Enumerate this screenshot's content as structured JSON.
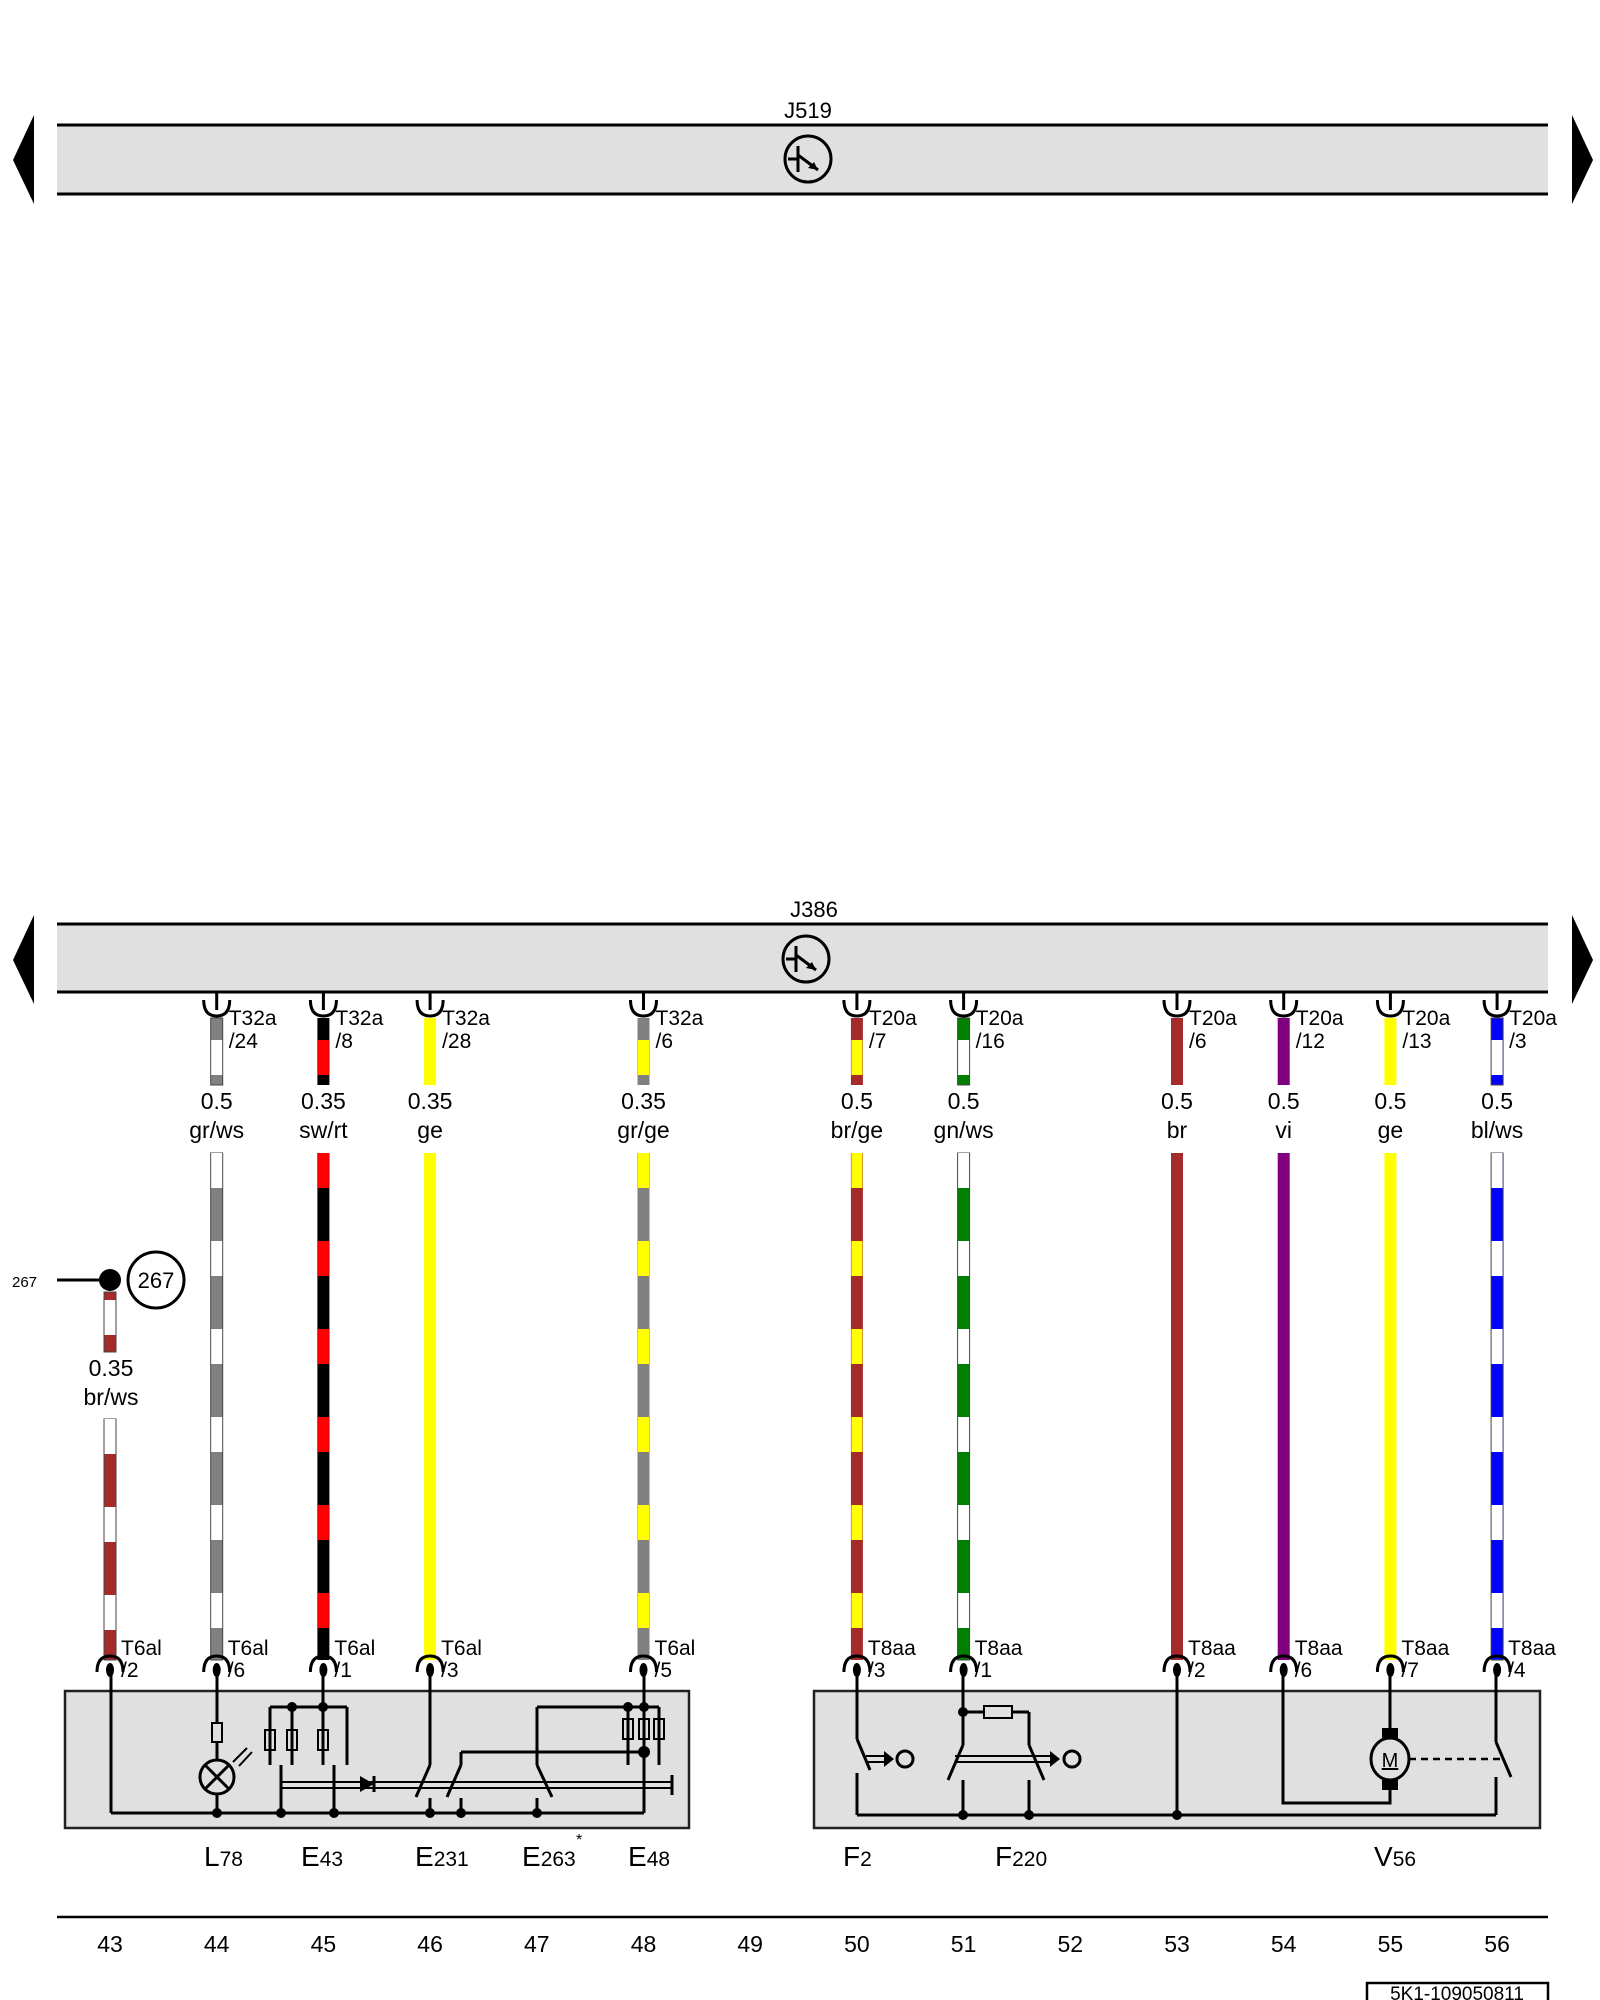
{
  "modules": {
    "top": {
      "name": "J519"
    },
    "bottom": {
      "name": "J386"
    }
  },
  "colors": {
    "bar_fill": "#e0e0e0",
    "box_fill": "#e0e0e0"
  },
  "wire_colors": {
    "gr": "#808080",
    "ws": "#ffffff",
    "sw": "#000000",
    "rt": "#ff0000",
    "ge": "#ffff00",
    "br": "#a52a2a",
    "gn": "#008000",
    "vi": "#800080",
    "bl": "#0000ff"
  },
  "wires": [
    {
      "column": 44,
      "top_conn": "T32a",
      "top_pin": "/24",
      "gauge": "0.5",
      "color": "gr/ws",
      "bot_conn": "T6al",
      "bot_pin": "/6"
    },
    {
      "column": 45,
      "top_conn": "T32a",
      "top_pin": "/8",
      "gauge": "0.35",
      "color": "sw/rt",
      "bot_conn": "T6al",
      "bot_pin": "/1"
    },
    {
      "column": 46,
      "top_conn": "T32a",
      "top_pin": "/28",
      "gauge": "0.35",
      "color": "ge",
      "bot_conn": "T6al",
      "bot_pin": "/3"
    },
    {
      "column": 48,
      "top_conn": "T32a",
      "top_pin": "/6",
      "gauge": "0.35",
      "color": "gr/ge",
      "bot_conn": "T6al",
      "bot_pin": "/5"
    },
    {
      "column": 50,
      "top_conn": "T20a",
      "top_pin": "/7",
      "gauge": "0.5",
      "color": "br/ge",
      "bot_conn": "T8aa",
      "bot_pin": "/3"
    },
    {
      "column": 51,
      "top_conn": "T20a",
      "top_pin": "/16",
      "gauge": "0.5",
      "color": "gn/ws",
      "bot_conn": "T8aa",
      "bot_pin": "/1"
    },
    {
      "column": 53,
      "top_conn": "T20a",
      "top_pin": "/6",
      "gauge": "0.5",
      "color": "br",
      "bot_conn": "T8aa",
      "bot_pin": "/2"
    },
    {
      "column": 54,
      "top_conn": "T20a",
      "top_pin": "/12",
      "gauge": "0.5",
      "color": "vi",
      "bot_conn": "T8aa",
      "bot_pin": "/6"
    },
    {
      "column": 55,
      "top_conn": "T20a",
      "top_pin": "/13",
      "gauge": "0.5",
      "color": "ge",
      "bot_conn": "T8aa",
      "bot_pin": "/7"
    },
    {
      "column": 56,
      "top_conn": "T20a",
      "top_pin": "/3",
      "gauge": "0.5",
      "color": "bl/ws",
      "bot_conn": "T8aa",
      "bot_pin": "/4"
    }
  ],
  "ground_wire": {
    "column": 43,
    "ref_left": "267",
    "ref_circle": "267",
    "gauge": "0.35",
    "color": "br/ws",
    "bot_conn": "T6al",
    "bot_pin": "/2"
  },
  "components": [
    {
      "letter": "L",
      "num": "78"
    },
    {
      "letter": "E",
      "num": "43"
    },
    {
      "letter": "E",
      "num": "231"
    },
    {
      "letter": "E",
      "num": "263",
      "note": "*"
    },
    {
      "letter": "E",
      "num": "48"
    },
    {
      "letter": "F",
      "num": "2"
    },
    {
      "letter": "F",
      "num": "220"
    },
    {
      "letter": "V",
      "num": "56"
    }
  ],
  "motor_symbol": "M",
  "columns": [
    "43",
    "44",
    "45",
    "46",
    "47",
    "48",
    "49",
    "50",
    "51",
    "52",
    "53",
    "54",
    "55",
    "56"
  ],
  "footer_code": "5K1-109050811"
}
